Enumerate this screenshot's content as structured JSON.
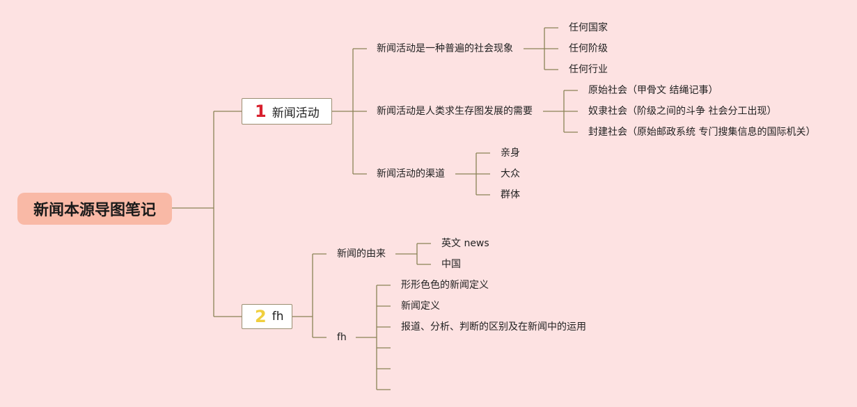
{
  "root": {
    "title": "新闻本源导图笔记"
  },
  "branch1": {
    "number": "1",
    "title": "新闻活动",
    "children": [
      {
        "label": "新闻活动是一种普遍的社会现象",
        "items": [
          "任何国家",
          "任何阶级",
          "任何行业"
        ]
      },
      {
        "label": "新闻活动是人类求生存图发展的需要",
        "items": [
          "原始社会（甲骨文 结绳记事）",
          "奴隶社会（阶级之间的斗争 社会分工出现）",
          "封建社会（原始邮政系统 专门搜集信息的国际机关）"
        ]
      },
      {
        "label": "新闻活动的渠道",
        "items": [
          "亲身",
          "大众",
          "群体"
        ]
      }
    ]
  },
  "branch2": {
    "number": "2",
    "title": "fh",
    "children": [
      {
        "label": "新闻的由来",
        "items": [
          "英文 news",
          "中国"
        ]
      },
      {
        "label": "fh",
        "items": [
          "形形色色的新闻定义",
          "新闻定义",
          "报道、分析、判断的区别及在新闻中的运用",
          "",
          "",
          ""
        ]
      }
    ]
  },
  "colors": {
    "background": "#fde2e2",
    "root": "#f9b9a6",
    "line": "#8a8256",
    "number1": "#d8202e",
    "number2": "#f0cf3e"
  }
}
